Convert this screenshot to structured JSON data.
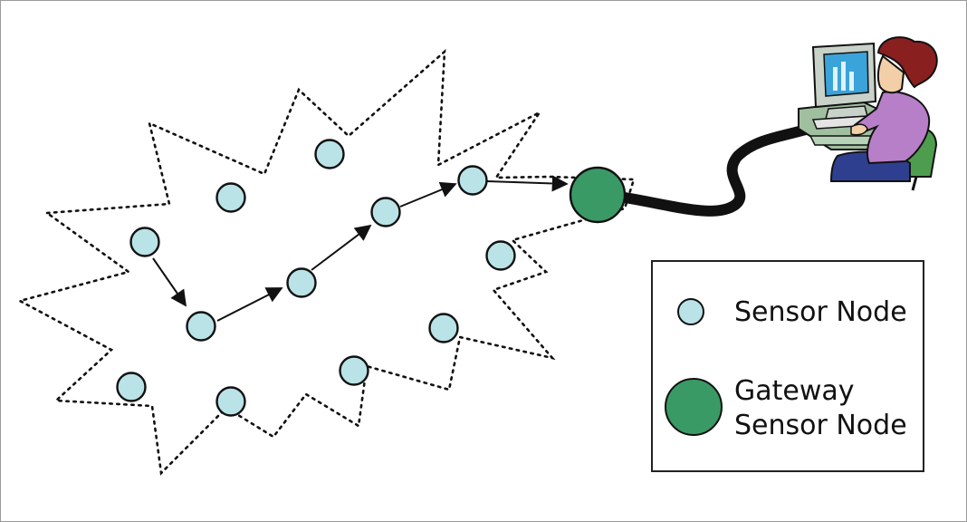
{
  "legend": {
    "sensor_label": "Sensor Node",
    "gateway_label_line1": "Gateway",
    "gateway_label_line2": "Sensor Node"
  },
  "colors": {
    "sensor_fill": "#b9e3e6",
    "gateway_fill": "#3a9a66",
    "outline": "#111111",
    "cable": "#111111",
    "shirt": "#b77fc7",
    "hair": "#8a1f1f",
    "skin": "#f3cfa8",
    "monitor": "#c9d2c9",
    "screen": "#3aa3d9",
    "desk": "#9fbf9f",
    "chair": "#4e9d4e",
    "pants": "#2f3f8f"
  },
  "icons": {
    "user": "person-at-computer-icon"
  }
}
